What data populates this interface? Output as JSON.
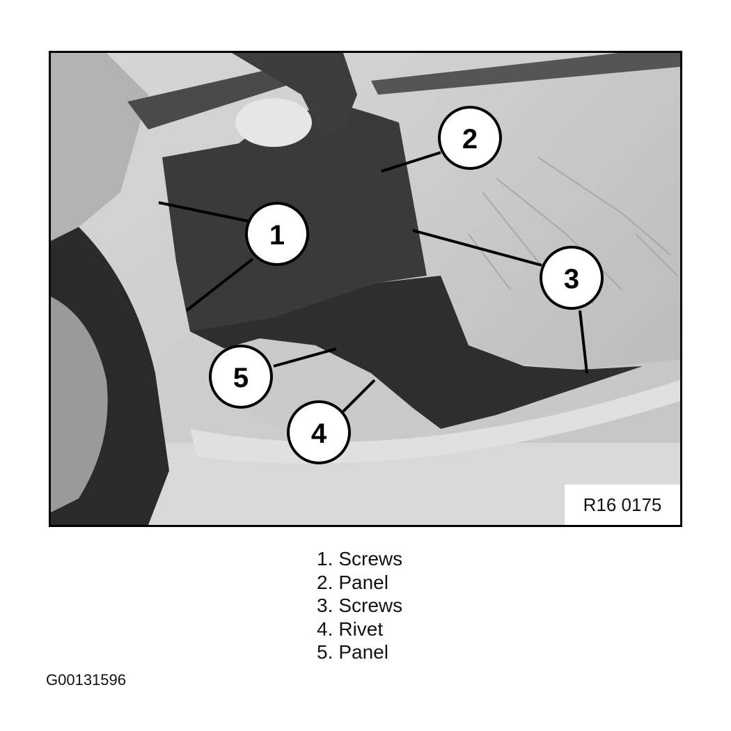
{
  "figure": {
    "code": "R16 0175",
    "callouts": [
      {
        "number": "1",
        "item": "Screws"
      },
      {
        "number": "2",
        "item": "Panel"
      },
      {
        "number": "3",
        "item": "Screws"
      },
      {
        "number": "4",
        "item": "Rivet"
      },
      {
        "number": "5",
        "item": "Panel"
      }
    ]
  },
  "legend": {
    "items": [
      {
        "num": "1.",
        "label": "Screws"
      },
      {
        "num": "2.",
        "label": "Panel"
      },
      {
        "num": "3.",
        "label": "Screws"
      },
      {
        "num": "4.",
        "label": "Rivet"
      },
      {
        "num": "5.",
        "label": "Panel"
      }
    ]
  },
  "document_id": "G00131596"
}
